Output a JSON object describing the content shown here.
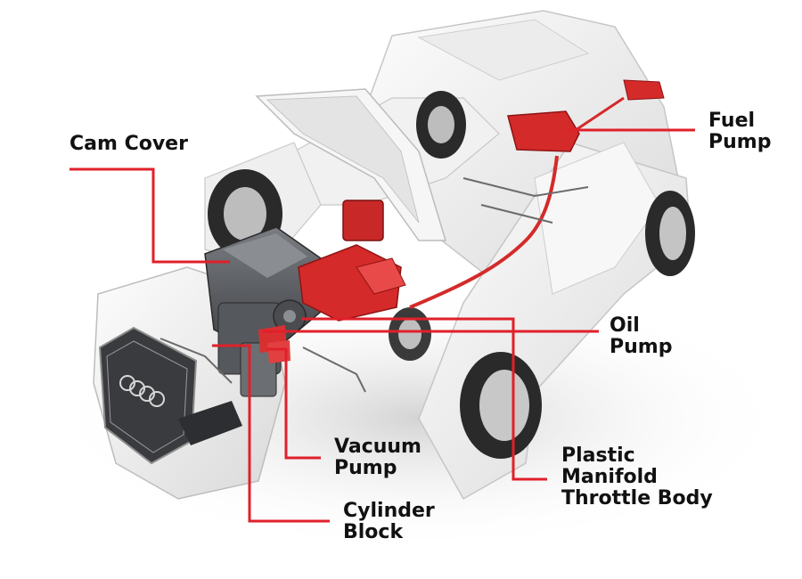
{
  "callouts": {
    "cam_cover": {
      "lines": [
        "Cam Cover"
      ]
    },
    "fuel_pump": {
      "lines": [
        "Fuel",
        "Pump"
      ]
    },
    "oil_pump": {
      "lines": [
        "Oil",
        "Pump"
      ]
    },
    "vacuum_pump": {
      "lines": [
        "Vacuum",
        "Pump"
      ]
    },
    "plastic_manifold": {
      "lines": [
        "Plastic",
        "Manifold",
        "Throttle Body"
      ]
    },
    "cylinder_block": {
      "lines": [
        "Cylinder",
        "Block"
      ]
    }
  },
  "colors": {
    "leader_line": "#e0202a",
    "highlight_part": "#d42a2a",
    "car_body": "#f4f4f4",
    "engine_block": "#5f6266",
    "label_text": "#111111"
  },
  "icons": {
    "car": "car-cutaway-illustration",
    "brand_grille": "four-ring-grille"
  }
}
